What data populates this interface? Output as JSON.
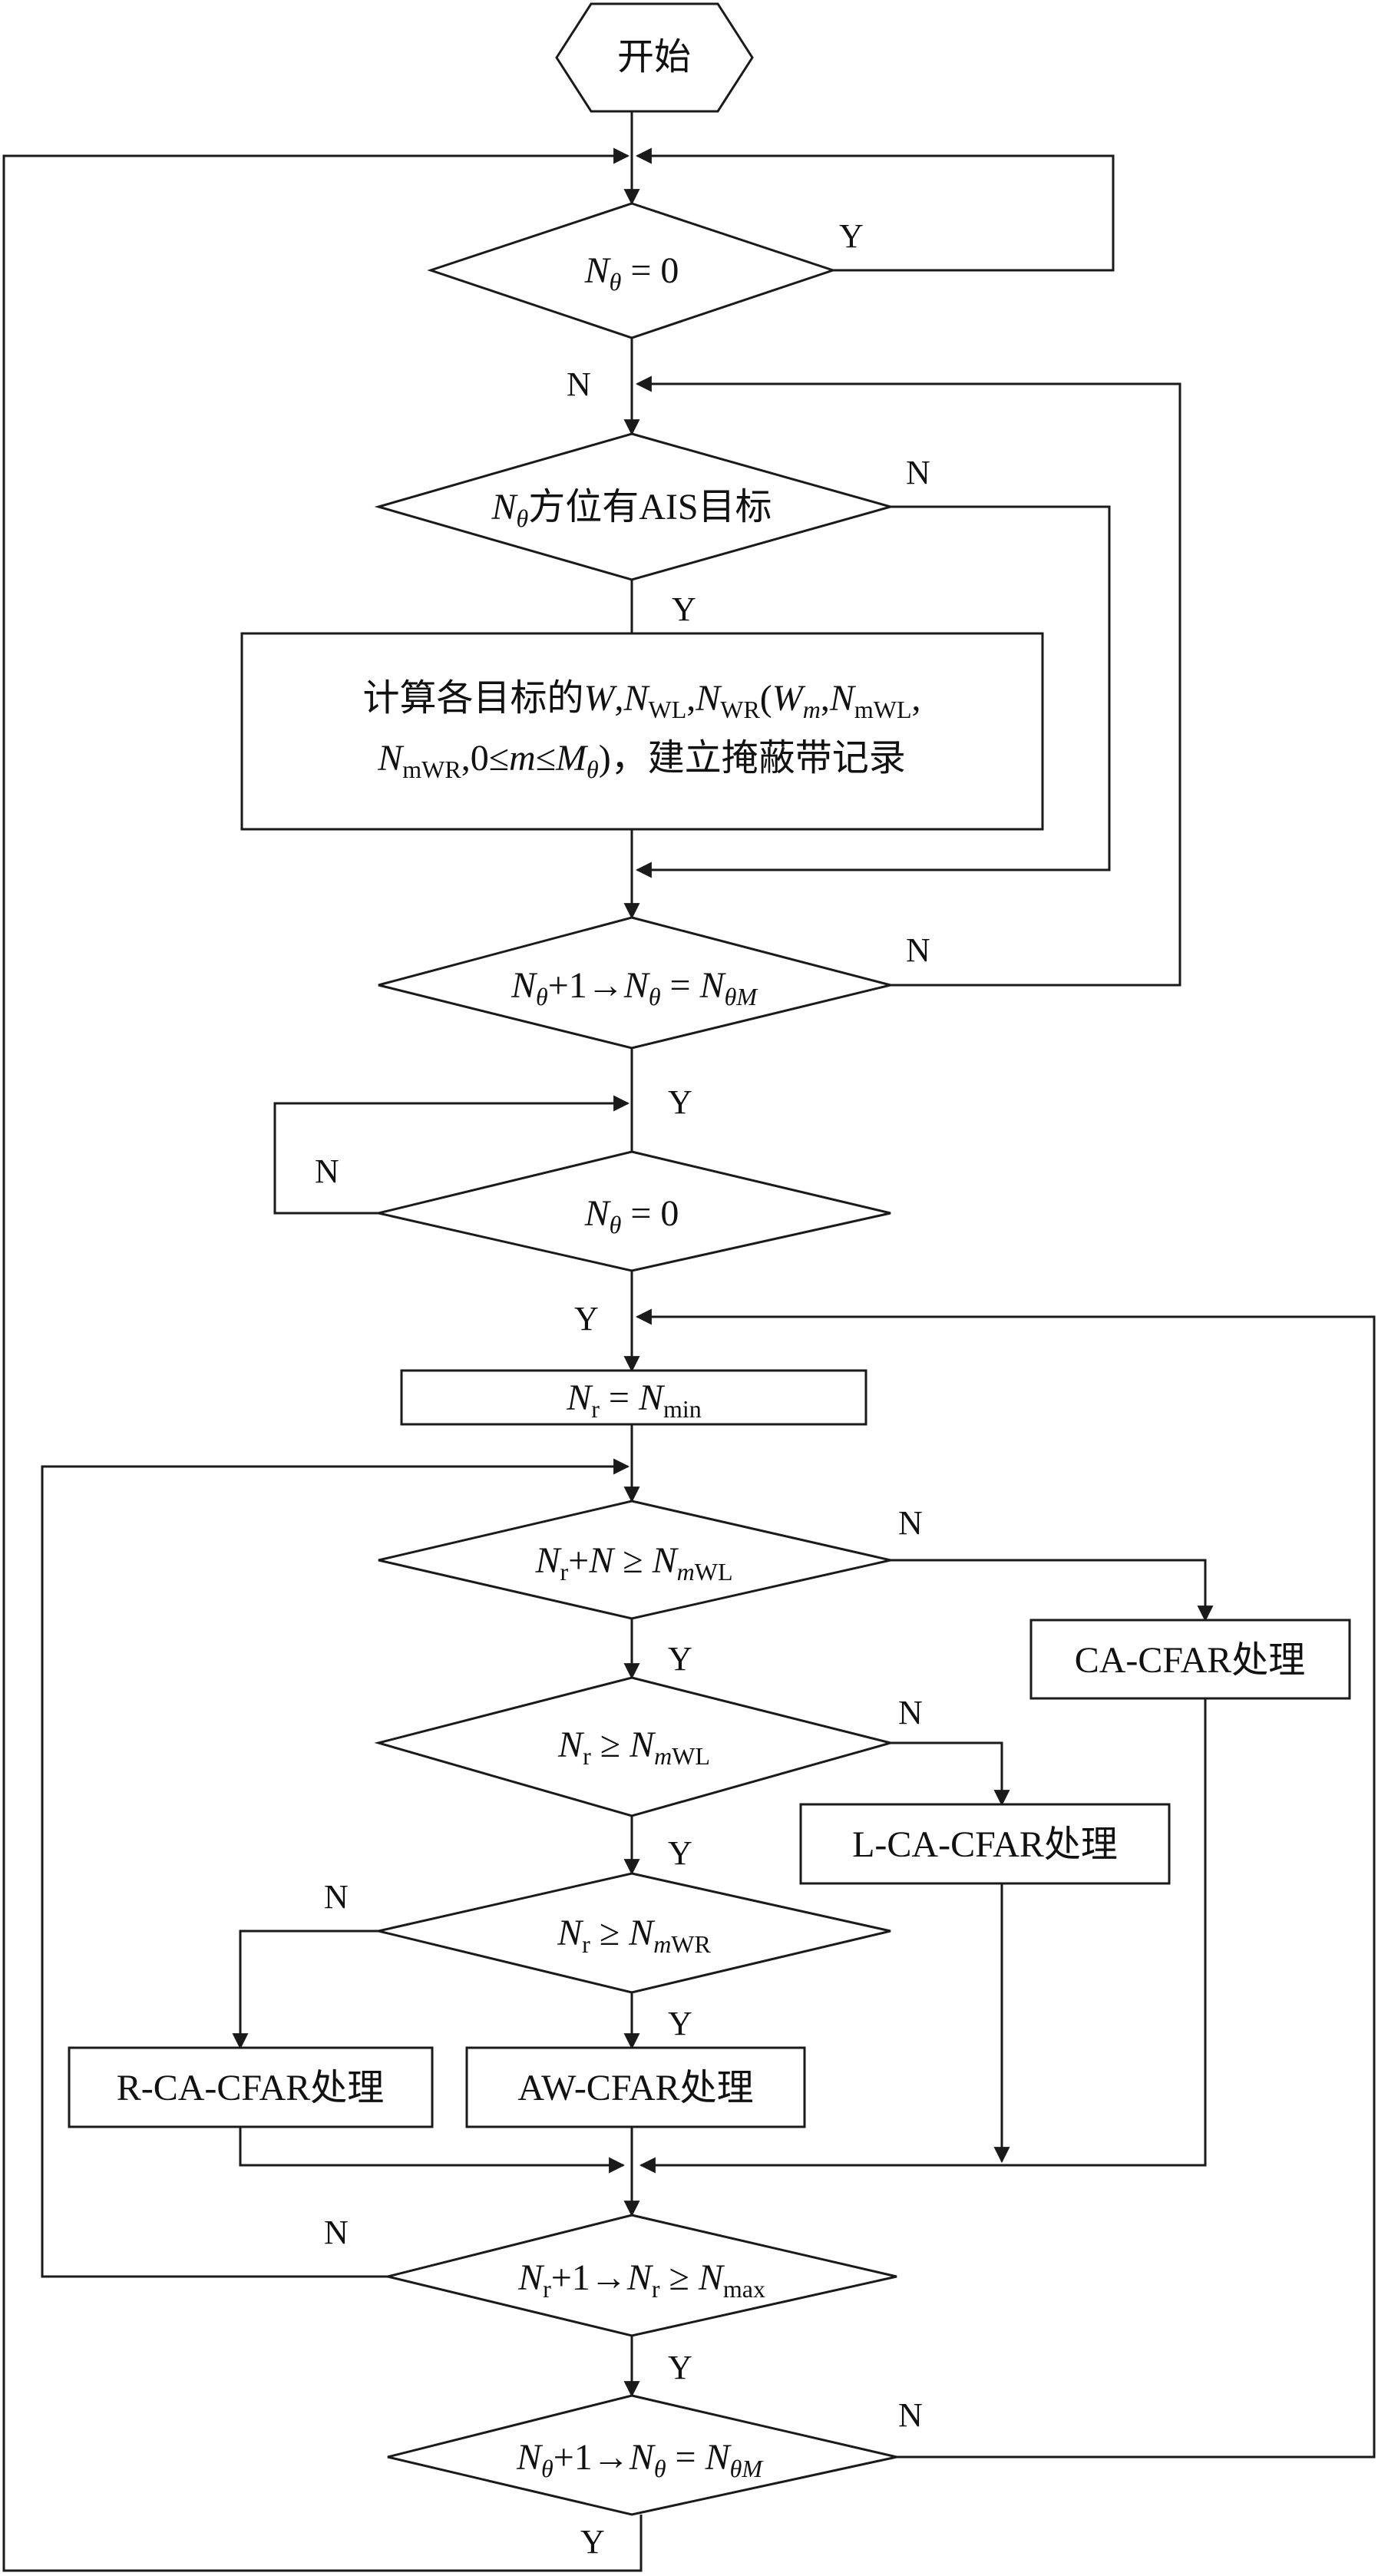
{
  "nodes": {
    "start": "开始",
    "d1": {
      "n": "N",
      "theta": "θ",
      "rest": " = 0"
    },
    "d2": {
      "n": "N",
      "theta": "θ",
      "rest": "方位有AIS目标"
    },
    "p1": {
      "line1_a": "计算各目标的",
      "W": "W",
      "sep": ",",
      "N": "N",
      "WL": "WL",
      "WR": "WR",
      "paren": "(",
      "Wm": "W",
      "m": "m",
      "mWL": "mWL",
      "mWR": "mWR",
      "line2_tail": ",0≤",
      "le": "≤",
      "M": "M",
      "theta": "θ",
      "close": ")，建立掩蔽带记录"
    },
    "d3": {
      "n": "N",
      "theta": "θ",
      "plus": "+1→",
      "eq": " = ",
      "thetaM": "θM"
    },
    "d4": {
      "n": "N",
      "theta": "θ",
      "rest": " = 0"
    },
    "p2": {
      "n": "N",
      "r": "r",
      "eq": " = ",
      "min": "min"
    },
    "d5": {
      "n": "N",
      "r": "r",
      "plus": "+",
      "ge": " ≥ ",
      "m": "m",
      "wl": "WL"
    },
    "p_ca": "CA-CFAR处理",
    "d6": {
      "n": "N",
      "r": "r",
      "ge": " ≥ ",
      "m": "m",
      "wl": "WL"
    },
    "p_lca": "L-CA-CFAR处理",
    "d7": {
      "n": "N",
      "r": "r",
      "ge": " ≥ ",
      "m": "m",
      "wr": "WR"
    },
    "p_rca": "R-CA-CFAR处理",
    "p_aw": "AW-CFAR处理",
    "d8": {
      "n": "N",
      "r": "r",
      "plus": "+1→",
      "ge": " ≥ ",
      "max": "max"
    },
    "d9": {
      "n": "N",
      "theta": "θ",
      "plus": "+1→",
      "eq": " = ",
      "thetaM": "θM"
    }
  },
  "edge_labels": {
    "yes": "Y",
    "no": "N"
  }
}
